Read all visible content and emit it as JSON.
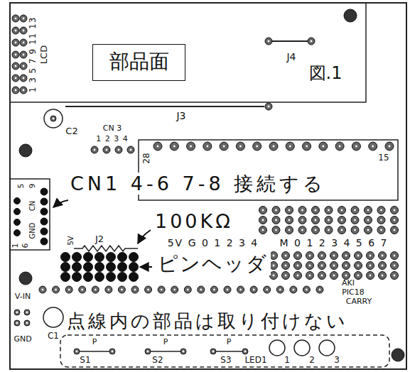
{
  "diagram": {
    "nodes": [
      {
        "text": [
          "部品面"
        ]
      }
    ],
    "labels": [
      "1 3 5 7 9 11 13",
      "LCD",
      "J4",
      "図.1",
      "J3",
      "C2",
      "CN 3",
      "1 2 3 4",
      "28",
      "15",
      "5",
      "9",
      "CN1 4-6 7-8 接続する",
      "100KΩ",
      "GND",
      "CN",
      "1",
      "6",
      "J2",
      "5V",
      "5V G 0 1 2 3 4",
      "M 0 1 2 3 4 5 6 7",
      "ピンヘッダ",
      "V-IN",
      "AKI",
      "PIC18",
      "CARRY",
      "点線内の部品は取り付けない",
      "GND",
      "C1",
      "P",
      "P",
      "P",
      "S1",
      "S2",
      "S3",
      "LED1",
      "1",
      "2",
      "3"
    ]
  }
}
